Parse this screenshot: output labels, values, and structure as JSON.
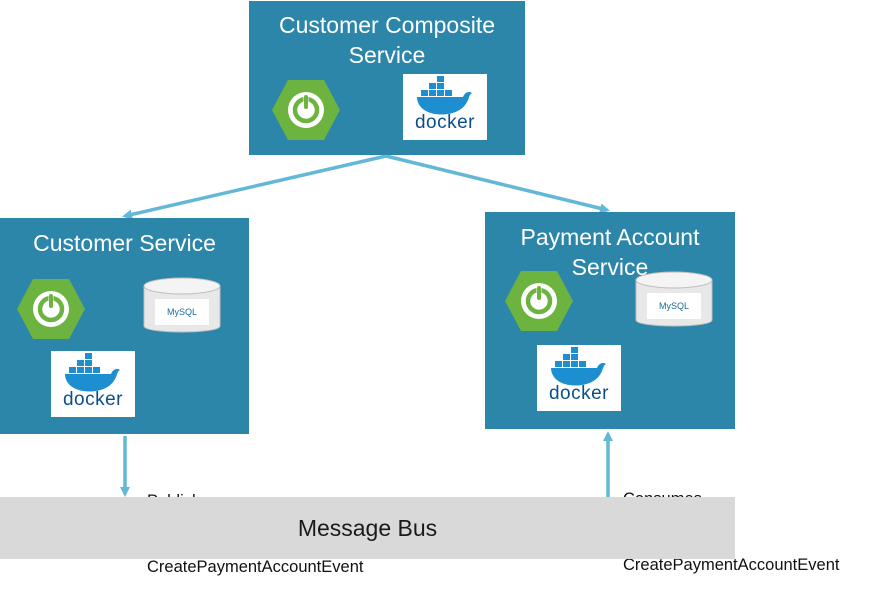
{
  "services": {
    "composite": {
      "title_line1": "Customer Composite",
      "title_line2": "Service"
    },
    "customer": {
      "title": "Customer Service"
    },
    "payment": {
      "title_line1": "Payment Account",
      "title_line2": "Service"
    }
  },
  "logos": {
    "docker_word": "docker",
    "mysql_word": "MySQL"
  },
  "annotations": {
    "publishes_line1": "Publishes",
    "publishes_line2": "CreatePaymentAccountEvent",
    "consumes_line1": "Consumes",
    "consumes_line2": "CreatePaymentAccountEvent"
  },
  "bus": {
    "label": "Message Bus"
  },
  "colors": {
    "service_box": "#2c86a9",
    "arrow": "#62b8d6",
    "spring_green": "#6db33f",
    "docker_blue": "#1d8fd1",
    "bus_gray": "#d9d9d9"
  }
}
